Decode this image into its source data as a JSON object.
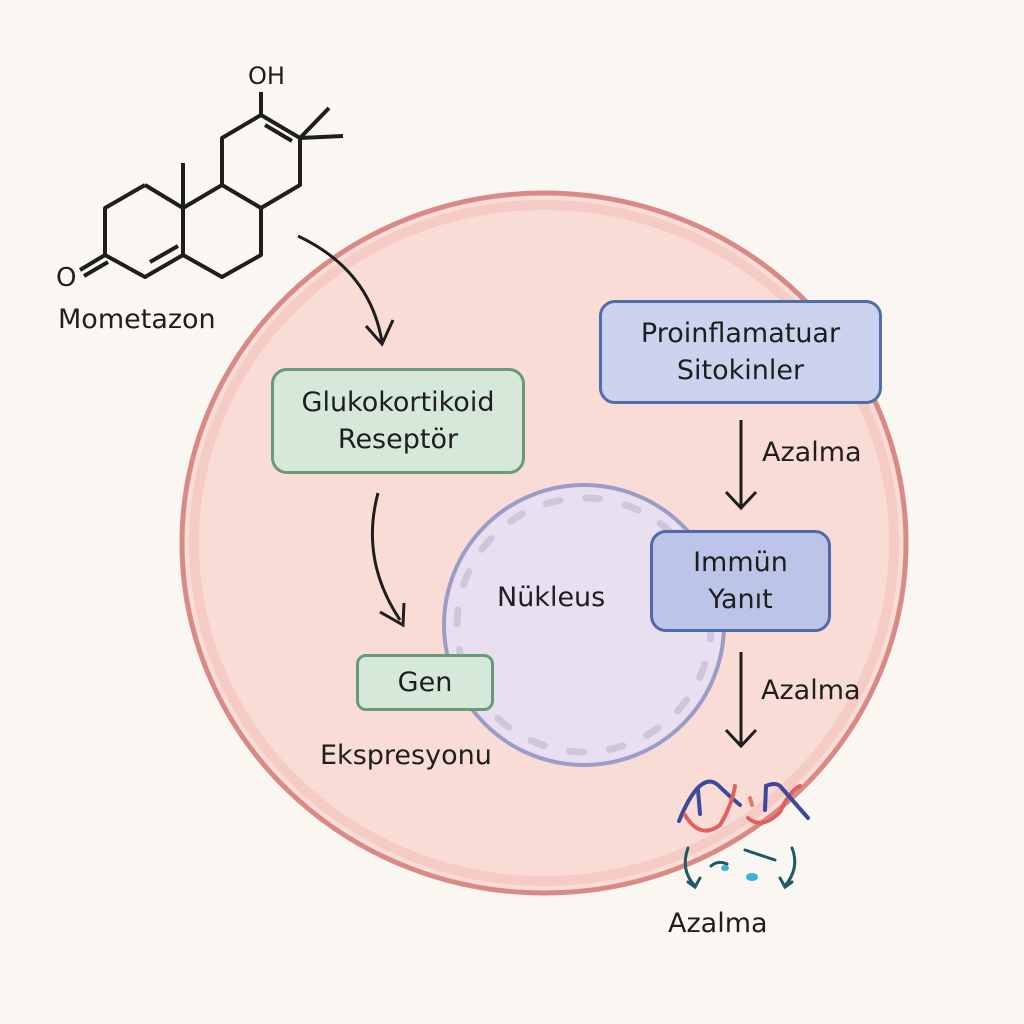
{
  "molecule": {
    "name": "Mometazon",
    "hydroxyl_label": "OH",
    "ketone_label": "O"
  },
  "cell": {
    "nucleus_label": "Nükleus"
  },
  "boxes": {
    "glucocorticoid_receptor": {
      "line1": "Glukokortikoid",
      "line2": "Reseptör"
    },
    "gene": {
      "label": "Gen"
    },
    "proinflammatory": {
      "line1": "Proinflamatuar",
      "line2": "Sitokinler"
    },
    "immune": {
      "line1": "Immün",
      "line2": "Yanıt"
    }
  },
  "labels": {
    "expression": "Ekspresyonu",
    "decrease_1": "Azalma",
    "decrease_2": "Azalma",
    "decrease_3": "Azalma"
  },
  "colors": {
    "cell_fill": "#f9dcd6",
    "cell_border": "#d98a86",
    "nucleus_fill": "#e8e0f0",
    "nucleus_border": "#9b9cc8",
    "green_box": "#d6e8da",
    "blue_box": "#ccd3ee",
    "dna_blue": "#3c4a9c",
    "dna_red": "#e06060",
    "teal": "#1e5a64"
  }
}
